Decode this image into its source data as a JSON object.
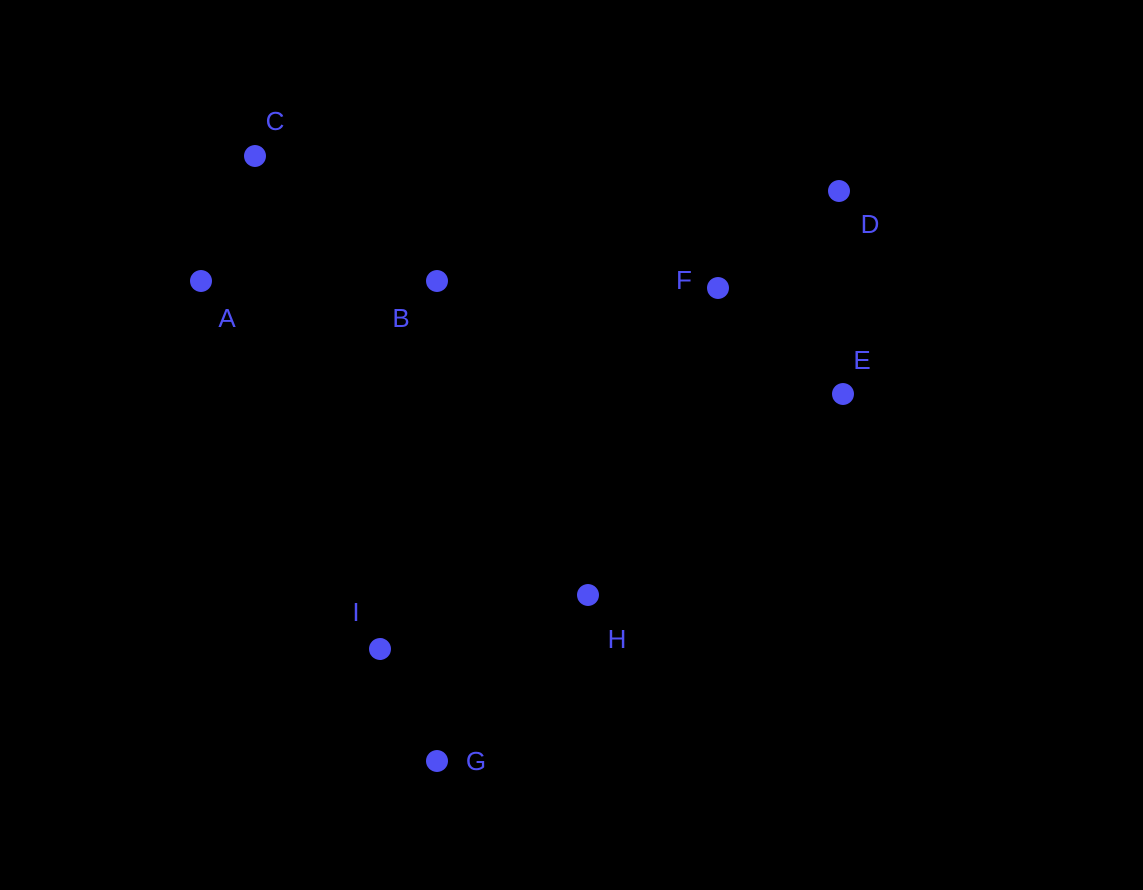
{
  "colors": {
    "background": "#000000",
    "point": "#5050f5",
    "label": "#5050f5"
  },
  "points": [
    {
      "label": "A"
    },
    {
      "label": "B"
    },
    {
      "label": "C"
    },
    {
      "label": "D"
    },
    {
      "label": "E"
    },
    {
      "label": "F"
    },
    {
      "label": "G"
    },
    {
      "label": "H"
    },
    {
      "label": "I"
    }
  ]
}
